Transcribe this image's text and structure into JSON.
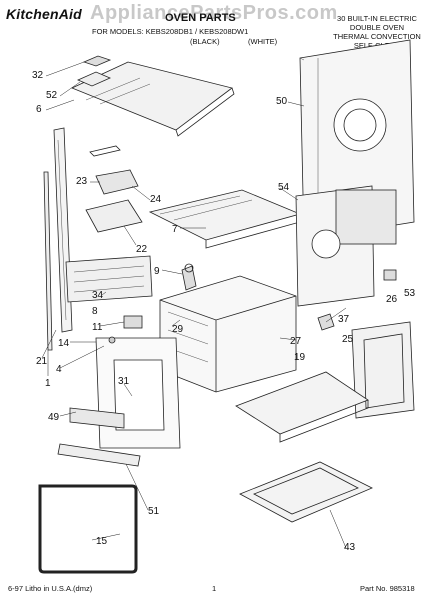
{
  "header": {
    "brand": "KitchenAid",
    "watermark": "AppliancePartsPros.com",
    "title": "OVEN PARTS",
    "model_line_1": "FOR MODELS: KEBS208DB1 / KEBS208DW1",
    "model_line_2_left": "(BLACK)",
    "model_line_2_right": "(WHITE)",
    "description": [
      "30 BUILT-IN ELECTRIC",
      "DOUBLE OVEN",
      "THERMAL CONVECTION",
      "SELF-CLEAN"
    ]
  },
  "callouts": {
    "c32": "32",
    "c52": "52",
    "c6": "6",
    "c50": "50",
    "c23": "23",
    "c24": "24",
    "c54": "54",
    "c7": "7",
    "c22": "22",
    "c9": "9",
    "c26": "26",
    "c53": "53",
    "c34": "34",
    "c8": "8",
    "c37": "37",
    "c11": "11",
    "c29": "29",
    "c25": "25",
    "c27": "27",
    "c14": "14",
    "c19": "19",
    "c21": "21",
    "c1": "1",
    "c4": "4",
    "c31": "31",
    "c49": "49",
    "c43": "43",
    "c51": "51",
    "c15": "15"
  },
  "footer": {
    "left": "6-97 Litho in U.S.A.(dmz)",
    "page": "1",
    "part_no": "Part No. 985318"
  }
}
